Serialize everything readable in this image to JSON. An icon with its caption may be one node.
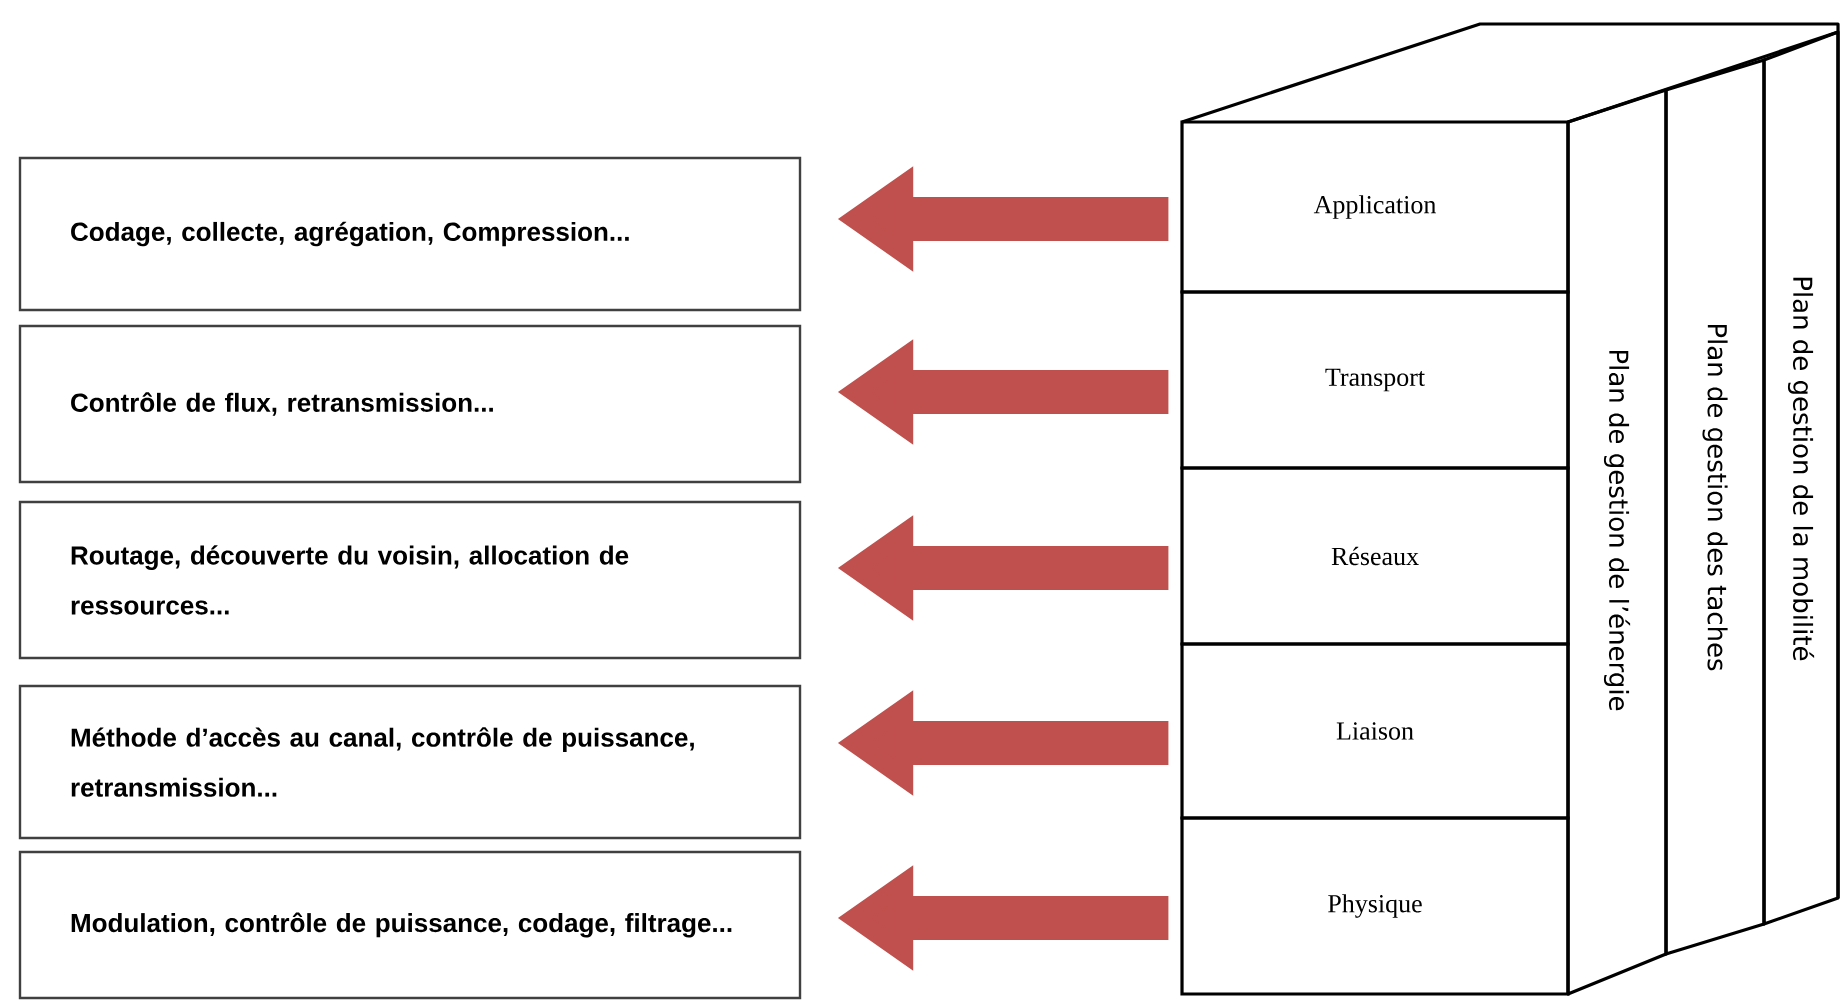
{
  "diagram": {
    "nodes": [
      {
        "text": [
          "Codage, collecte, agrégation, Compression..."
        ]
      },
      {
        "text": [
          "Contrôle de flux, retransmission..."
        ]
      },
      {
        "text": [
          "Routage, découverte du voisin, allocation de ressources..."
        ]
      },
      {
        "text": [
          "Méthode d’accès au canal, contrôle de puissance, retransmission..."
        ]
      },
      {
        "text": [
          "Modulation, contrôle de puissance, codage, filtrage..."
        ]
      },
      {
        "text": [
          "Application"
        ]
      },
      {
        "text": [
          "Transport"
        ]
      },
      {
        "text": [
          "Réseaux"
        ]
      },
      {
        "text": [
          "Liaison"
        ]
      },
      {
        "text": [
          "Physique"
        ]
      },
      {
        "text": [
          "Plan de gestion de l’énergie"
        ]
      },
      {
        "text": [
          "Plan de gestion des taches"
        ]
      },
      {
        "text": [
          "Plan de gestion de la mobilité"
        ]
      }
    ],
    "edges": [
      {
        "from": 5,
        "to": 0,
        "arrow": "to"
      },
      {
        "from": 6,
        "to": 1,
        "arrow": "to"
      },
      {
        "from": 7,
        "to": 2,
        "arrow": "to"
      },
      {
        "from": 8,
        "to": 3,
        "arrow": "to"
      },
      {
        "from": 9,
        "to": 4,
        "arrow": "to"
      }
    ]
  }
}
